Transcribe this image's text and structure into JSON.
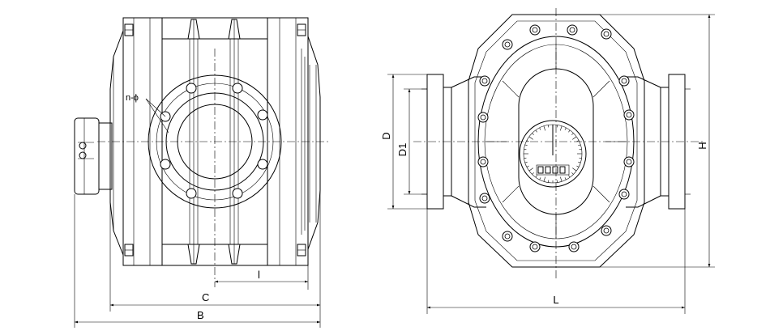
{
  "labels": {
    "n_phi": "n-ϕ",
    "l": "l",
    "C": "C",
    "B": "B",
    "D": "D",
    "D1": "D1",
    "H": "H",
    "L": "L"
  },
  "colors": {
    "line": "#000000",
    "background": "#ffffff"
  }
}
